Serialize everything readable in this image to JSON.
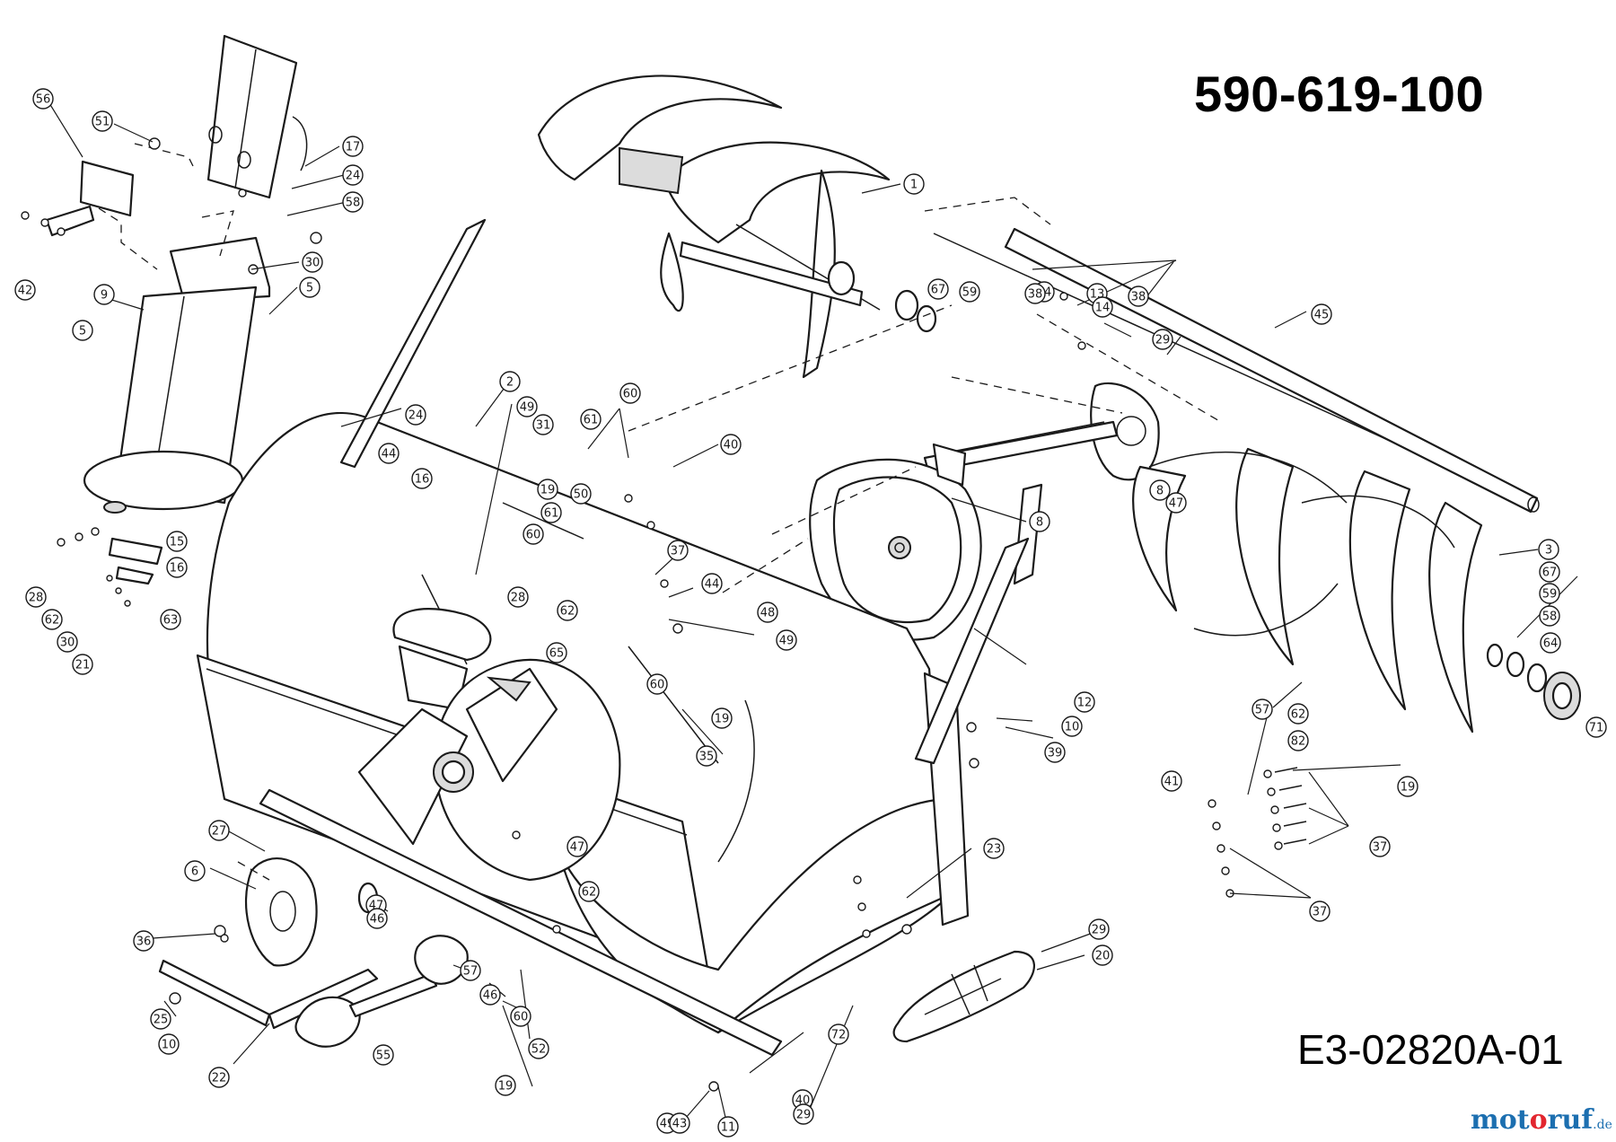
{
  "header": {
    "model_number": "590-619-100"
  },
  "footer": {
    "drawing_code": "E3-02820A-01"
  },
  "brand": {
    "part1": "mot",
    "part2": "o",
    "part3": "ruf",
    "tld": ".de"
  },
  "callouts": [
    "56",
    "51",
    "17",
    "24",
    "58",
    "30",
    "5",
    "9",
    "42",
    "5",
    "1",
    "67",
    "59",
    "14",
    "38",
    "13",
    "14",
    "38",
    "29",
    "45",
    "2",
    "49",
    "24",
    "44",
    "16",
    "31",
    "61",
    "60",
    "40",
    "15",
    "16",
    "63",
    "28",
    "62",
    "30",
    "21",
    "19",
    "61",
    "60",
    "50",
    "37",
    "44",
    "28",
    "62",
    "65",
    "48",
    "49",
    "60",
    "19",
    "35",
    "8",
    "3",
    "67",
    "59",
    "58",
    "64",
    "71",
    "47",
    "8",
    "12",
    "10",
    "39",
    "57",
    "62",
    "82",
    "41",
    "19",
    "37",
    "37",
    "27",
    "6",
    "36",
    "47",
    "46",
    "47",
    "62",
    "23",
    "25",
    "10",
    "22",
    "55",
    "57",
    "19",
    "52",
    "46",
    "60",
    "29",
    "20",
    "40",
    "72",
    "49",
    "43",
    "11",
    "29"
  ]
}
